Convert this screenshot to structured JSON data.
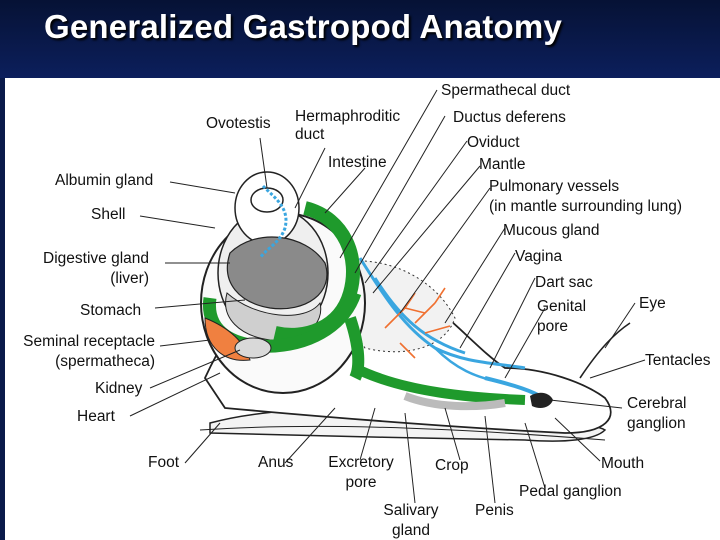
{
  "title": "Generalized Gastropod Anatomy",
  "labels": {
    "spermathecal_duct": "Spermathecal duct",
    "ovotestis": "Ovotestis",
    "hermaphroditic_duct_1": "Hermaphroditic",
    "hermaphroditic_duct_2": "duct",
    "ductus_deferens": "Ductus deferens",
    "oviduct": "Oviduct",
    "intestine": "Intestine",
    "mantle": "Mantle",
    "albumin_gland": "Albumin gland",
    "pulmonary_vessels_1": "Pulmonary vessels",
    "pulmonary_vessels_2": "(in mantle surrounding lung)",
    "shell": "Shell",
    "mucous_gland": "Mucous gland",
    "digestive_gland_1": "Digestive gland",
    "digestive_gland_2": "(liver)",
    "vagina": "Vagina",
    "dart_sac": "Dart sac",
    "stomach": "Stomach",
    "genital_pore_1": "Genital",
    "genital_pore_2": "pore",
    "eye": "Eye",
    "seminal_receptacle_1": "Seminal receptacle",
    "seminal_receptacle_2": "(spermatheca)",
    "tentacles": "Tentacles",
    "kidney": "Kidney",
    "heart": "Heart",
    "cerebral_ganglion_1": "Cerebral",
    "cerebral_ganglion_2": "ganglion",
    "foot": "Foot",
    "anus": "Anus",
    "excretory_pore_1": "Excretory",
    "excretory_pore_2": "pore",
    "crop": "Crop",
    "mouth": "Mouth",
    "pedal_ganglion": "Pedal ganglion",
    "salivary_gland_1": "Salivary",
    "salivary_gland_2": "gland",
    "penis": "Penis"
  },
  "colors": {
    "background": "#0a1a4a",
    "intestine_green": "#1f9a2c",
    "vessels_blue": "#3aa6e0",
    "nerve_orange": "#f07030",
    "seminal_orange": "#f08040",
    "digestive_gray": "#7a7a7a"
  }
}
